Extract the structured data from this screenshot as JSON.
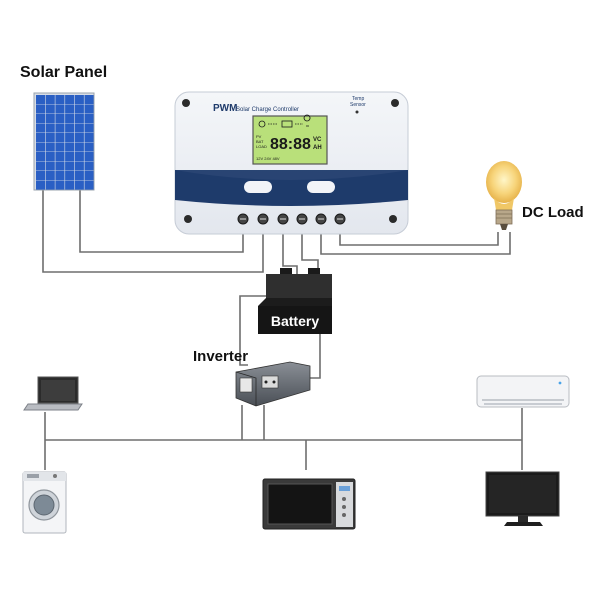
{
  "labels": {
    "solar_panel": "Solar Panel",
    "dc_load": "DC Load",
    "inverter": "Inverter",
    "battery": "Battery"
  },
  "controller": {
    "brand": "PWM",
    "subtitle": "Solar Charge Controller",
    "temp_line1": "Temp",
    "temp_line2": "Sensor",
    "lcd_digits": "88:88",
    "lcd_unit_top": "VC",
    "lcd_unit_bottom": "AH",
    "lcd_left_top": "PV",
    "lcd_left_mid": "BAT",
    "lcd_left_bot": "LOAD",
    "lcd_bottom": "12V 24V 48V"
  },
  "colors": {
    "wire": "#6e6e6e",
    "controller_band": "#1f3b6b",
    "lcd": "#b9e07a",
    "panel_cell": "#2a5fc4"
  },
  "devices": [
    "laptop-icon",
    "washing-machine-icon",
    "microwave-icon",
    "air-conditioner-icon",
    "monitor-icon",
    "bulb-icon"
  ]
}
